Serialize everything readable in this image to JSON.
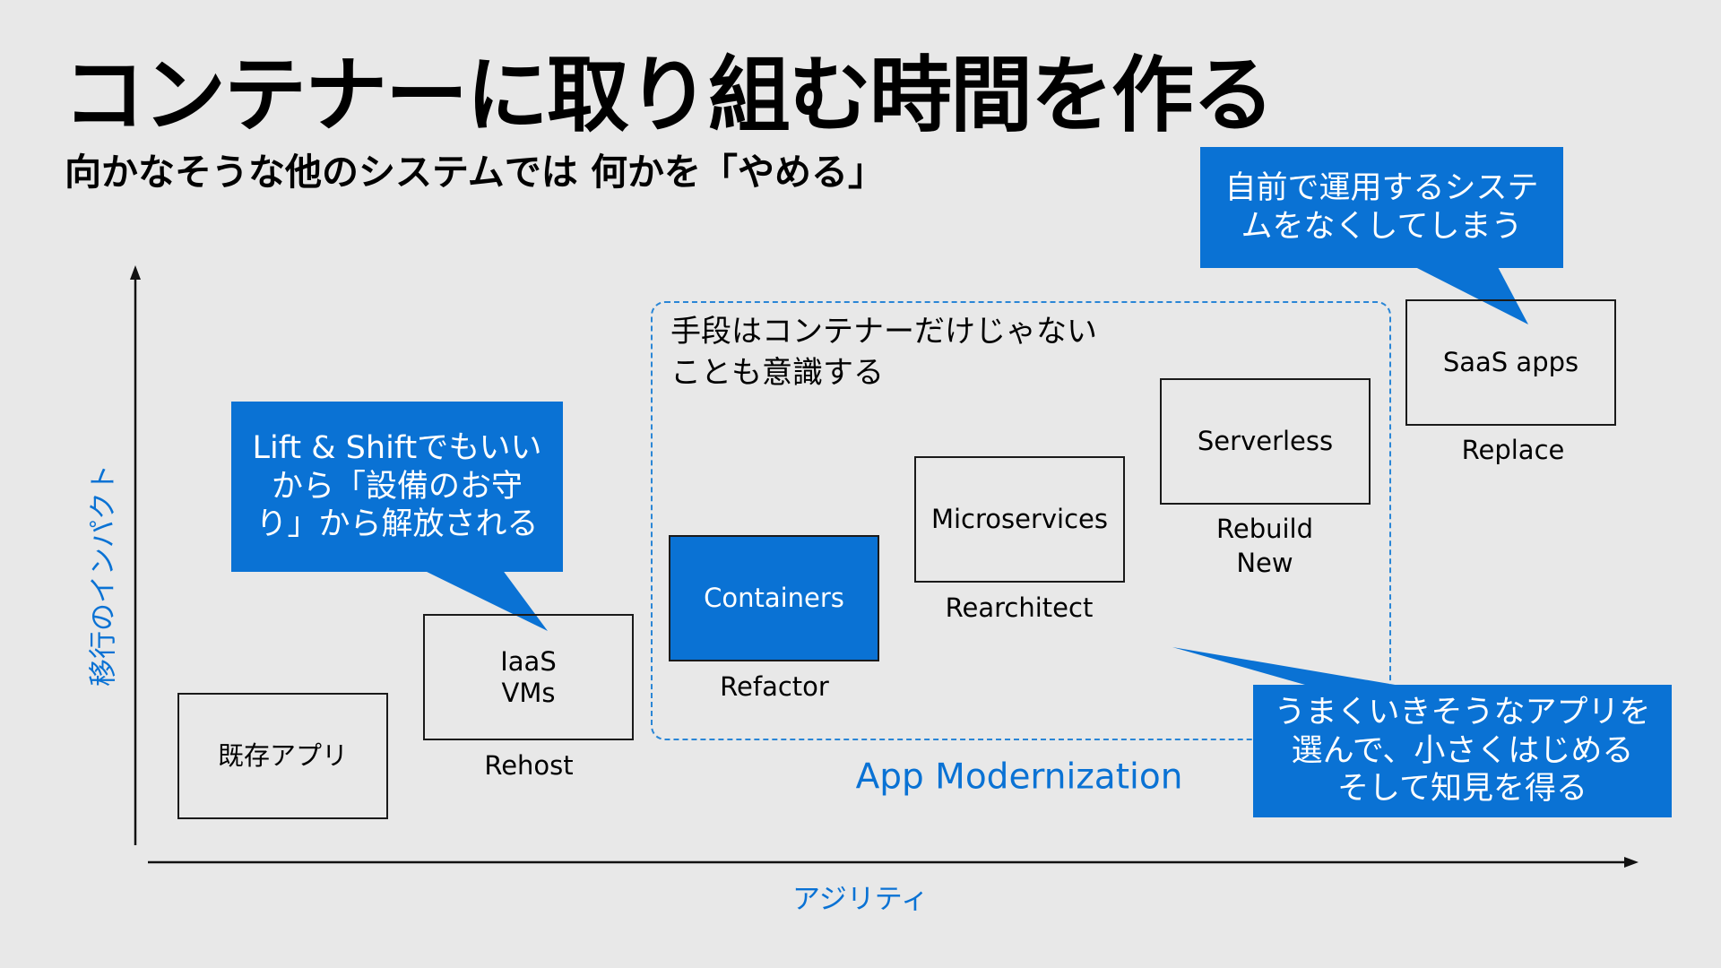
{
  "title": "コンテナーに取り組む時間を作る",
  "subtitle": "向かなそうな他のシステムでは 何かを「やめる」",
  "axes": {
    "y_label": "移行のインパクト",
    "x_label": "アジリティ"
  },
  "boxes": {
    "existing": {
      "label": "既存アプリ"
    },
    "iaas": {
      "label": "IaaS\nVMs",
      "caption": "Rehost"
    },
    "containers": {
      "label": "Containers",
      "caption": "Refactor"
    },
    "microservices": {
      "label": "Microservices",
      "caption": "Rearchitect"
    },
    "serverless": {
      "label": "Serverless",
      "caption": "Rebuild\nNew"
    },
    "saas": {
      "label": "SaaS apps",
      "caption": "Replace"
    }
  },
  "region": {
    "note": "手段はコンテナーだけじゃない\nことも意識する",
    "label": "App Modernization"
  },
  "callouts": {
    "lift_shift": "Lift & Shiftでもいい\nから「設備のお守\nり」から解放される",
    "saas": "自前で運用するシステ\nムをなくしてしまう",
    "small_start": "うまくいきそうなアプリを\n選んで、小さくはじめる\nそして知見を得る"
  },
  "colors": {
    "accent": "#0a72d4",
    "background": "#e8e8e8"
  }
}
